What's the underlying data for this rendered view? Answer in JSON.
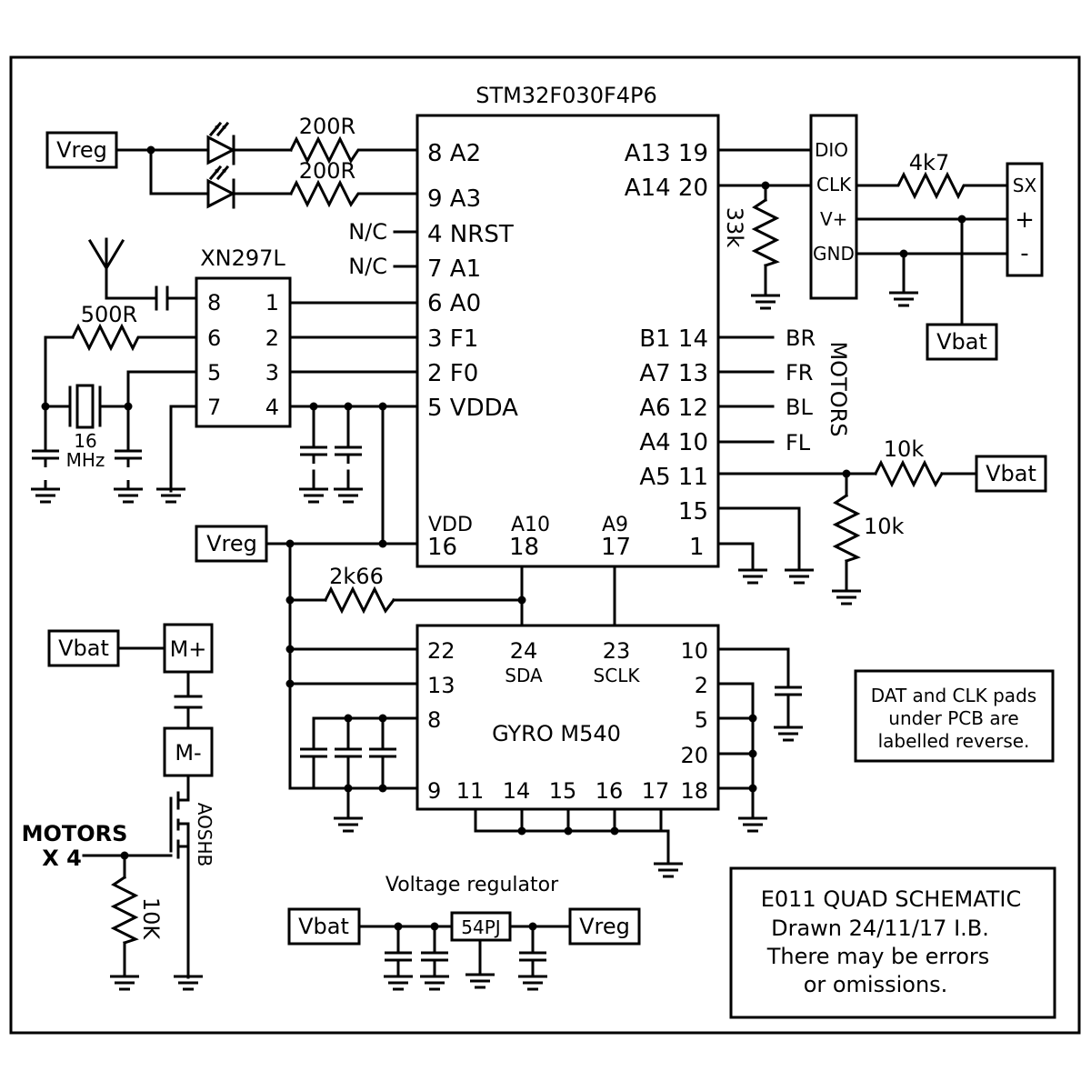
{
  "mcu": {
    "name": "STM32F030F4P6",
    "left_pins": [
      "8 A2",
      "9 A3",
      "4 NRST",
      "7 A1",
      "6 A0",
      "3 F1",
      "2 F0",
      "5 VDDA"
    ],
    "right_pins": [
      "A13 19",
      "A14 20",
      "B1 14",
      "A7 13",
      "A6 12",
      "A4 10",
      "A5 11",
      "15"
    ],
    "bottom_labels": [
      "VDD",
      "A10",
      "A9"
    ],
    "bottom_pins": [
      "16",
      "18",
      "17",
      "1"
    ]
  },
  "radio": {
    "name": "XN297L",
    "left_pins": [
      "8",
      "6",
      "5",
      "7"
    ],
    "right_pins": [
      "1",
      "2",
      "3",
      "4"
    ],
    "crystal": [
      "16",
      "MHz"
    ],
    "resistor": "500R"
  },
  "leds": {
    "resistor1": "200R",
    "resistor2": "200R"
  },
  "nc": {
    "nrst": "N/C",
    "a1": "N/C"
  },
  "vreg_label": "Vreg",
  "vbat_label": "Vbat",
  "header": {
    "pins": [
      "DIO",
      "CLK",
      "V+",
      "GND"
    ],
    "resistor": "4k7",
    "pulldown": "33k",
    "sx": [
      "SX",
      "+",
      "-"
    ]
  },
  "motors": {
    "labels": [
      "BR",
      "FR",
      "BL",
      "FL"
    ],
    "title": "MOTORS"
  },
  "divider": {
    "r_top": "10k",
    "r_bottom": "10k"
  },
  "gyro": {
    "name": "GYRO M540",
    "left_pins": [
      "22",
      "13",
      "8",
      "9"
    ],
    "top_pins": [
      "24",
      "23"
    ],
    "top_labels": [
      "SDA",
      "SCLK"
    ],
    "right_pins": [
      "10",
      "2",
      "5",
      "20",
      "18"
    ],
    "bottom_pins": [
      "11",
      "14",
      "15",
      "16",
      "17"
    ],
    "pullup": "2k66"
  },
  "note": [
    "DAT and CLK pads",
    "under PCB are",
    "labelled reverse."
  ],
  "motor_driver": {
    "m_plus": "M+",
    "m_minus": "M-",
    "mosfet": "AOSHB",
    "label1": "MOTORS",
    "label2": "X 4",
    "resistor": "10K"
  },
  "regulator": {
    "title": "Voltage regulator",
    "part": "54PJ"
  },
  "title_block": [
    "E011 QUAD SCHEMATIC",
    "Drawn 24/11/17 I.B.",
    "There may be errors",
    "or omissions."
  ]
}
